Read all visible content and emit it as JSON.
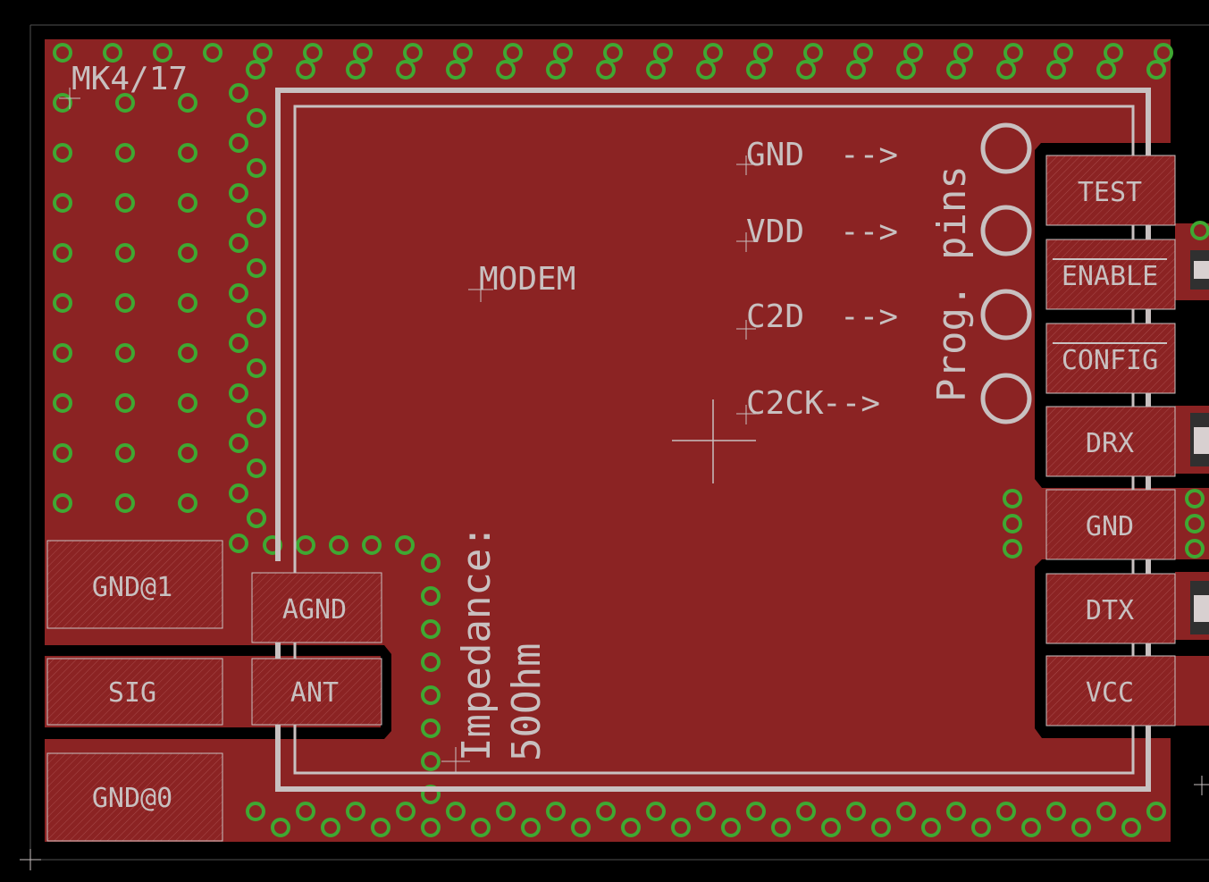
{
  "board": {
    "revision_label": "MK4/17",
    "module_label": "MODEM",
    "prog_label": "Prog. pins",
    "impedance_label": "Impedance:",
    "impedance_value": "50Ohm"
  },
  "prog_pins": [
    {
      "label": "GND",
      "arrow": "-->"
    },
    {
      "label": "VDD",
      "arrow": "-->"
    },
    {
      "label": "C2D",
      "arrow": "-->"
    },
    {
      "label": "C2CK",
      "arrow": "-->"
    }
  ],
  "right_pads": [
    {
      "label": "TEST",
      "overline": false
    },
    {
      "label": "ENABLE",
      "overline": true
    },
    {
      "label": "CONFIG",
      "overline": true
    },
    {
      "label": "DRX",
      "overline": false
    },
    {
      "label": "GND",
      "overline": false
    },
    {
      "label": "DTX",
      "overline": false
    },
    {
      "label": "VCC",
      "overline": false
    }
  ],
  "left_pads": {
    "gnd1": "GND@1",
    "agnd": "AGND",
    "sig": "SIG",
    "ant": "ANT",
    "gnd0": "GND@0"
  },
  "colors": {
    "background": "#000000",
    "copper": "#8b2323",
    "via": "#3fa832",
    "silkscreen": "#c8c0c0",
    "outline": "#505050"
  }
}
